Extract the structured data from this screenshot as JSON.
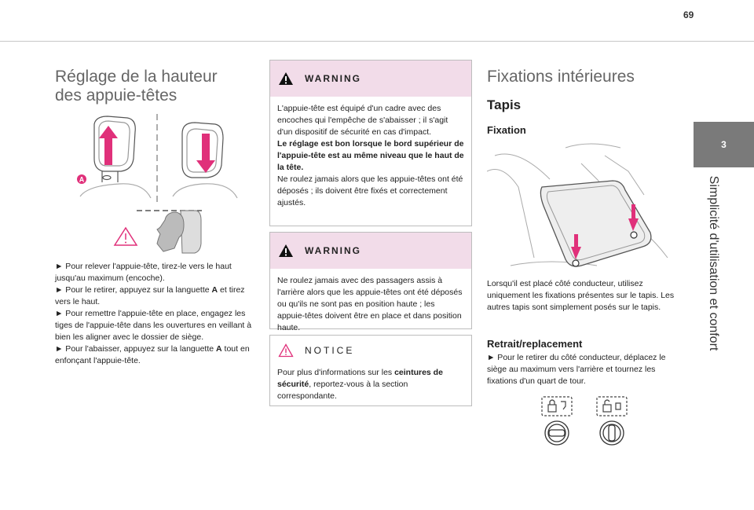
{
  "page_number": "69",
  "chapter": {
    "number": "3",
    "title": "Simplicité d'utilisation et confort"
  },
  "col1": {
    "title_line1": "Réglage de la hauteur",
    "title_line2": "des appuie-têtes",
    "figure_label": "A",
    "steps": [
      "► Pour relever l'appuie-tête, tirez-le vers le haut jusqu'au maximum (encoche).",
      "► Pour le retirer, appuyez sur la languette",
      "A",
      "et tirez vers le haut.",
      "► Pour remettre l'appuie-tête en place, engagez les tiges de l'appuie-tête dans les ouvertures en veillant à bien les aligner avec le dossier de siège.",
      "► Pour l'abaisser, appuyez sur la languette",
      "A",
      "tout en enfonçant l'appuie-tête."
    ]
  },
  "col2": {
    "warning1": {
      "label": "WARNING",
      "text1": "L'appuie-tête est équipé d'un cadre avec des encoches qui l'empêche de s'abaisser ; il s'agit d'un dispositif de sécurité en cas d'impact.",
      "bold": "Le réglage est bon lorsque le bord supérieur de l'appuie-tête est au même niveau que le haut de la tête.",
      "text2": "Ne roulez jamais alors que les appuie-têtes ont été déposés ; ils doivent être fixés et correctement ajustés."
    },
    "warning2": {
      "label": "WARNING",
      "text": "Ne roulez jamais avec des passagers assis à l'arrière alors que les appuie-têtes ont été déposés ou qu'ils ne sont pas en position haute ; les appuie-têtes doivent être en place et dans position haute."
    },
    "notice": {
      "label": "NOTICE",
      "text1": "Pour plus d'informations sur les",
      "bold": "ceintures de sécurité",
      "text2": ", reportez-vous à la section correspondante."
    }
  },
  "col3": {
    "title": "Fixations intérieures",
    "subtitle": "Tapis",
    "fixation_heading": "Fixation",
    "fixation_text": "Lorsqu'il est placé côté conducteur, utilisez uniquement les fixations présentes sur le tapis. Les autres tapis sont simplement posés sur le tapis.",
    "retrait_heading": "Retrait/replacement",
    "retrait_text": "► Pour le retirer du côté conducteur, déplacez le siège au maximum vers l'arrière et tournez les fixations d'un quart de tour."
  },
  "colors": {
    "accent_pink": "#e0307a",
    "warning_band": "#f2dce9",
    "tab_gray": "#7a7a7a"
  }
}
